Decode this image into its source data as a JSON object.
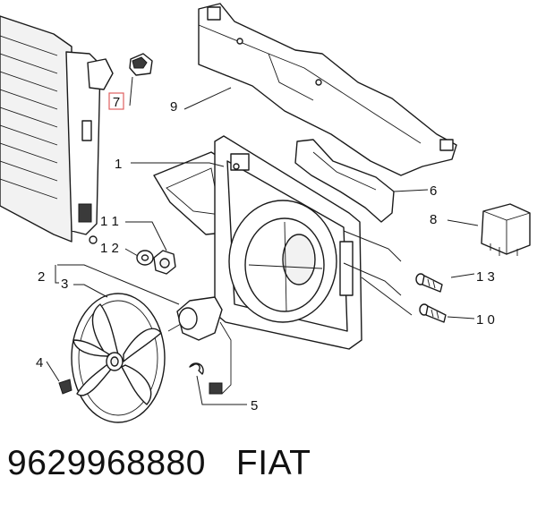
{
  "diagram": {
    "callouts": [
      {
        "id": "1",
        "text": "1"
      },
      {
        "id": "2",
        "text": "2"
      },
      {
        "id": "3",
        "text": "3"
      },
      {
        "id": "4",
        "text": "4"
      },
      {
        "id": "5",
        "text": "5"
      },
      {
        "id": "6",
        "text": "6"
      },
      {
        "id": "7",
        "text": "7"
      },
      {
        "id": "8",
        "text": "8"
      },
      {
        "id": "9",
        "text": "9"
      },
      {
        "id": "10",
        "text": "1 0"
      },
      {
        "id": "11",
        "text": "1 1"
      },
      {
        "id": "12",
        "text": "1 2"
      },
      {
        "id": "13",
        "text": "1 3"
      }
    ],
    "highlight_color": "#e06060"
  },
  "footer": {
    "part_number": "9629968880",
    "brand": "FIAT"
  }
}
